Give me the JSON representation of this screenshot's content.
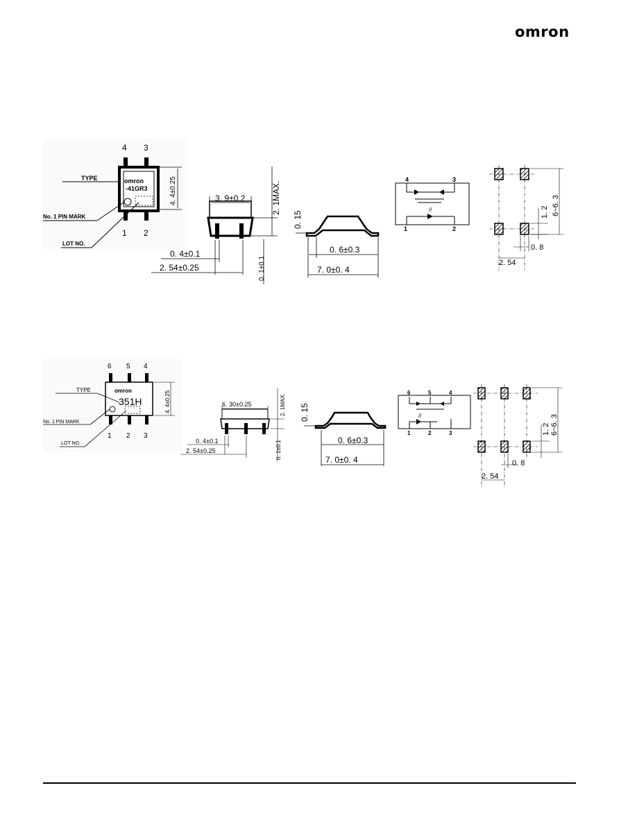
{
  "brand": {
    "logo_text": "omron"
  },
  "package_4pin": {
    "pins_top": [
      "4",
      "3"
    ],
    "pins_bottom": [
      "1",
      "2"
    ],
    "chip_logo": "omron",
    "chip_marking": "-41GR3",
    "callouts": {
      "type": "TYPE",
      "pin1": "No. 1 PIN MARK",
      "lot": "LOT NO."
    },
    "dims": {
      "height": "4. 4±0.25",
      "length": "3. 9±0.2",
      "max_height": "2. 1MAX.",
      "lead_width": "0. 4±0.1",
      "pitch": "2. 54±0.25",
      "standoff": "0. 1±0.1",
      "lead_thick": "0. 15",
      "lead_len": "0. 6±0.3",
      "span": "7. 0±0. 4"
    },
    "circuit_pins": [
      "4",
      "3",
      "1",
      "2"
    ],
    "pad": {
      "pitch": "2. 54",
      "pad_gap": "1. 2",
      "row_span": "6~6. 3",
      "pad_w": "0. 8"
    }
  },
  "package_6pin": {
    "pins_top": [
      "6",
      "5",
      "4"
    ],
    "pins_bottom": [
      "1",
      "2",
      "3"
    ],
    "chip_logo": "omron",
    "chip_marking": "351H",
    "callouts": {
      "type": "TYPE",
      "pin1": "No. 1 PIN MARK",
      "lot": "LOT NO."
    },
    "dims": {
      "height": "4. 4±0.25",
      "length": "6. 30±0.25",
      "max_height": "2. 1MAX.",
      "lead_width": "0. 4±0.1",
      "pitch": "2. 54±0.25",
      "standoff": "0. 1±0.1",
      "lead_thick": "0. 15",
      "lead_len": "0. 6±0.3",
      "span": "7. 0±0. 4"
    },
    "circuit_pins": [
      "6",
      "5",
      "4",
      "1",
      "2",
      "3"
    ],
    "pad": {
      "pitch": "2. 54",
      "pad_gap": "1. 2",
      "row_span": "6~6. 3",
      "pad_w": "0. 8"
    }
  }
}
